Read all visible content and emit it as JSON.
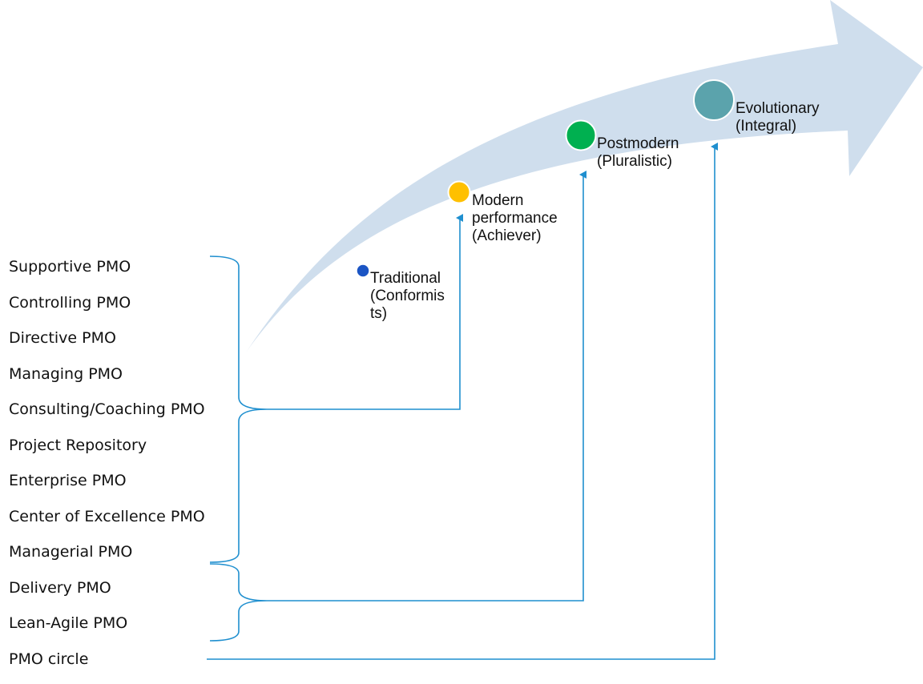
{
  "pmo_types": [
    "Supportive PMO",
    "Controlling PMO",
    "Directive PMO",
    "Managing PMO",
    "Consulting/Coaching PMO",
    "Project Repository",
    "Enterprise PMO",
    "Center of Excellence PMO",
    "Managerial PMO",
    "Delivery PMO",
    "Lean-Agile PMO",
    "PMO circle"
  ],
  "stages": [
    {
      "lines": [
        "Traditional",
        "(Conformis",
        "ts)"
      ],
      "color": "#1b55c4"
    },
    {
      "lines": [
        "Modern",
        "performance",
        "(Achiever)"
      ],
      "color": "#ffc000"
    },
    {
      "lines": [
        "Postmodern",
        "(Pluralistic)"
      ],
      "color": "#00b050"
    },
    {
      "lines": [
        "Evolutionary",
        "(Integral)"
      ],
      "color": "#5ba3ac"
    }
  ],
  "colors": {
    "arrow": "#cfdeed",
    "connector": "#1f8fcf"
  }
}
